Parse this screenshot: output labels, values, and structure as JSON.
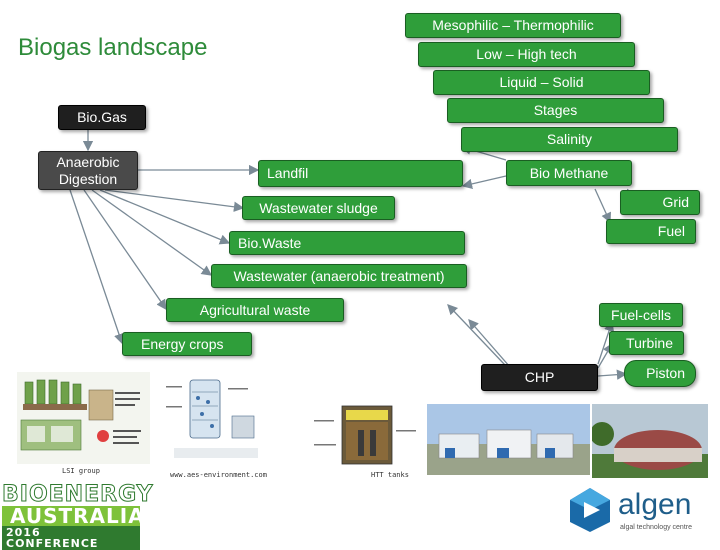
{
  "title": "Biogas landscape",
  "stack": [
    "Mesophilic – Thermophilic",
    "Low – High tech",
    "Liquid – Solid",
    "Stages",
    "Salinity"
  ],
  "nodes": {
    "biogas": "Bio.Gas",
    "anaerobic": "Anaerobic Digestion",
    "landfil": "Landfil",
    "wastewater_sludge": "Wastewater sludge",
    "biowaste": "Bio.Waste",
    "wastewater_anaerobic": "Wastewater (anaerobic treatment)",
    "agricultural": "Agricultural waste",
    "energy_crops": "Energy crops",
    "bio_methane": "Bio Methane",
    "grid": "Grid",
    "fuel": "Fuel",
    "fuel_cells": "Fuel-cells",
    "turbine": "Turbine",
    "chp": "CHP",
    "piston": "Piston"
  },
  "captions": {
    "lsi": "LSI group",
    "aes": "www.aes-environment.com",
    "htt": "HTT tanks"
  },
  "logos": {
    "bioenergy": [
      "BIOENERGY",
      "AUSTRALIA",
      "2016 CONFERENCE"
    ],
    "algen_name": "algen",
    "algen_tag": "algal technology centre"
  },
  "colors": {
    "box_green": "#2f9e3a",
    "box_dark": "#1f1f1f",
    "title_green": "#2e8b3a",
    "line_gray": "#7a8a96"
  }
}
